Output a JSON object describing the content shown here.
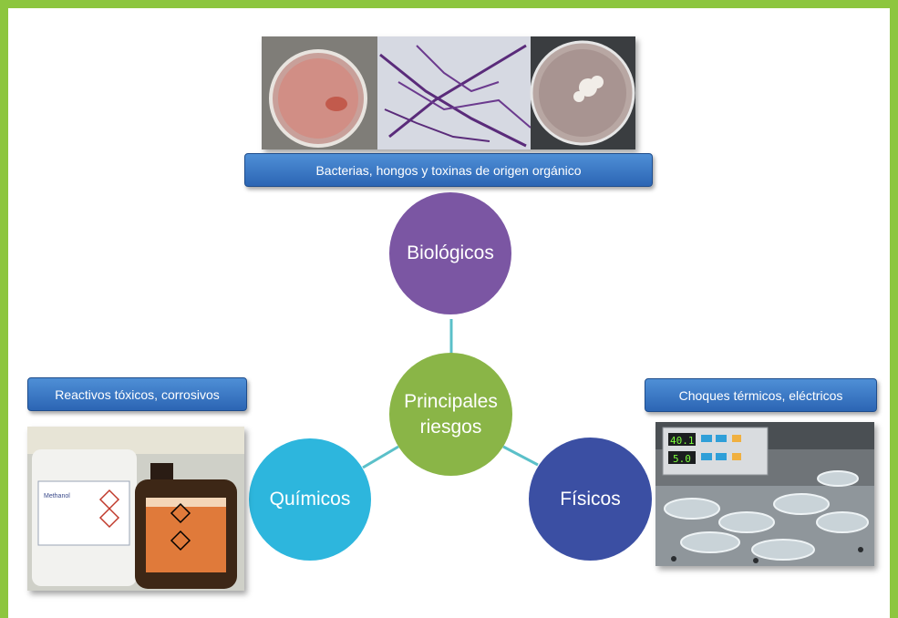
{
  "diagram": {
    "center": {
      "label_line1": "Principales",
      "label_line2": "riesgos",
      "color": "#8ab547"
    },
    "biologicos": {
      "label": "Biológicos",
      "color": "#7b56a3",
      "caption": "Bacterias, hongos y toxinas de origen orgánico"
    },
    "quimicos": {
      "label": "Químicos",
      "color": "#2db6dd",
      "caption": "Reactivos tóxicos, corrosivos"
    },
    "fisicos": {
      "label": "Físicos",
      "color": "#3b4fa3",
      "caption": "Choques térmicos, eléctricos"
    },
    "connector_color": "#5bc0c9",
    "frame_color": "#8dc63f",
    "photos": {
      "bio_icon": "petri-dish-and-fungal-hyphae-photo",
      "chem_icon": "chemical-reagent-bottles-photo",
      "phys_icon": "incubator-with-petri-dishes-photo",
      "incubator_display_1": "40.1",
      "incubator_display_2": "5.0",
      "bottle_label_name": "Methanol"
    }
  }
}
